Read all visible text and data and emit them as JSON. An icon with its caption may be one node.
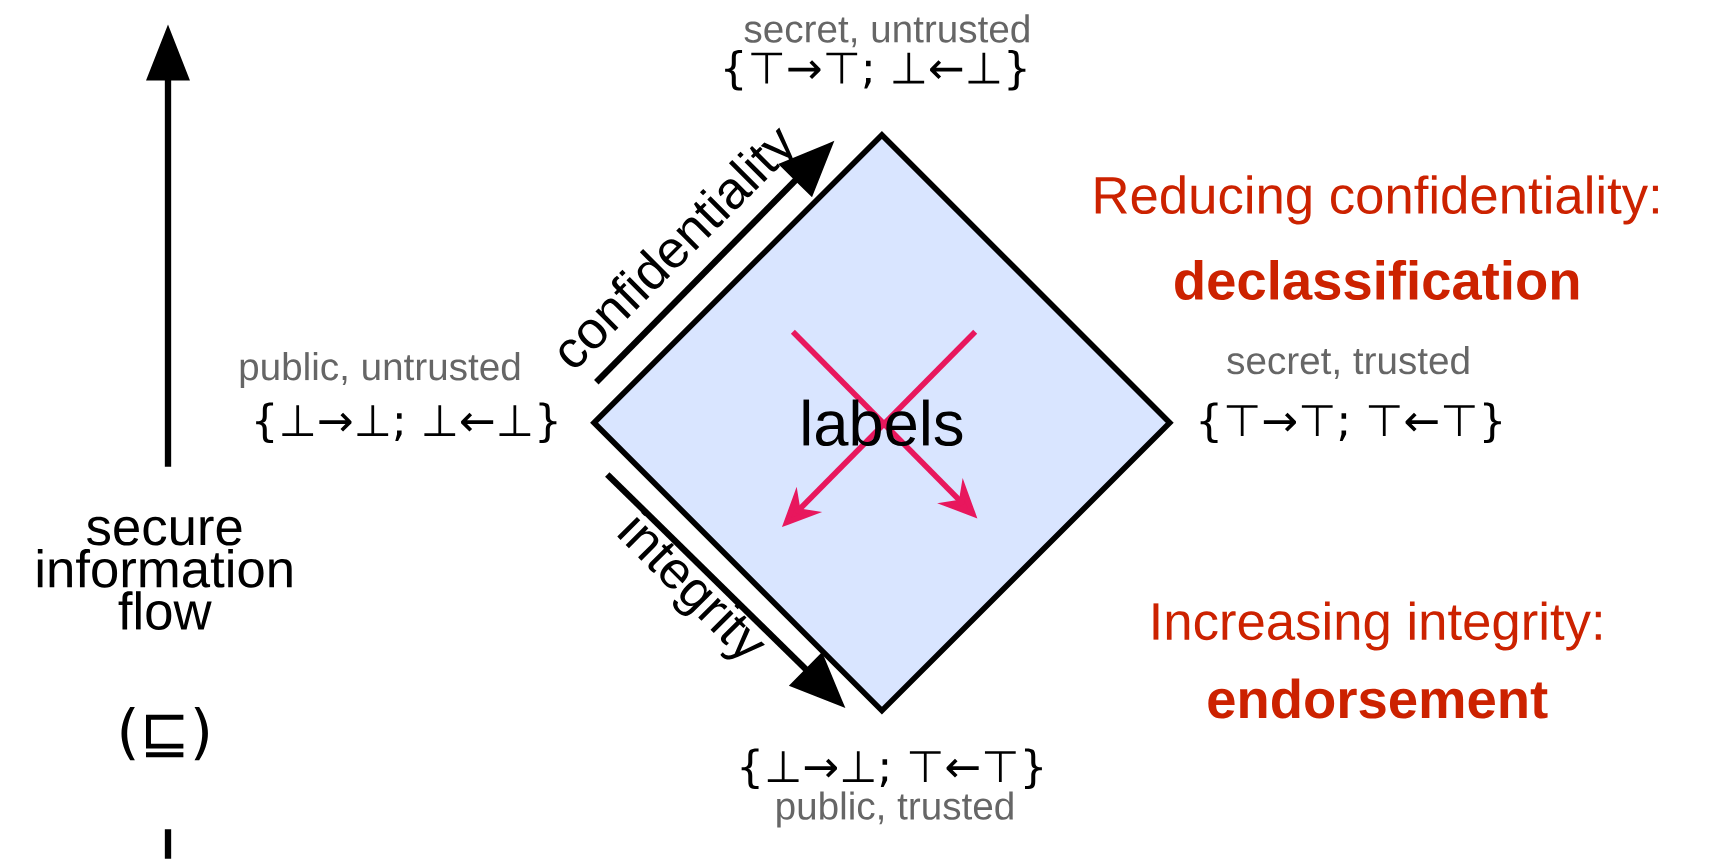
{
  "diagram": {
    "nodes": [
      {
        "text": [
          "labels"
        ]
      }
    ],
    "labels": [
      "secret, untrusted",
      "{⊤→⊤; ⊥←⊥}",
      "Reducing confidentiality:",
      "declassification",
      "public, untrusted",
      "{⊥→⊥; ⊥←⊥}",
      "secret, trusted",
      "{⊤→⊤; ⊤←⊤}",
      "confidentiality",
      "integrity",
      "Increasing integrity:",
      "endorsement",
      "{⊥→⊥; ⊤←⊤}",
      "public, trusted",
      "secure information flow",
      "(⊑)"
    ]
  }
}
